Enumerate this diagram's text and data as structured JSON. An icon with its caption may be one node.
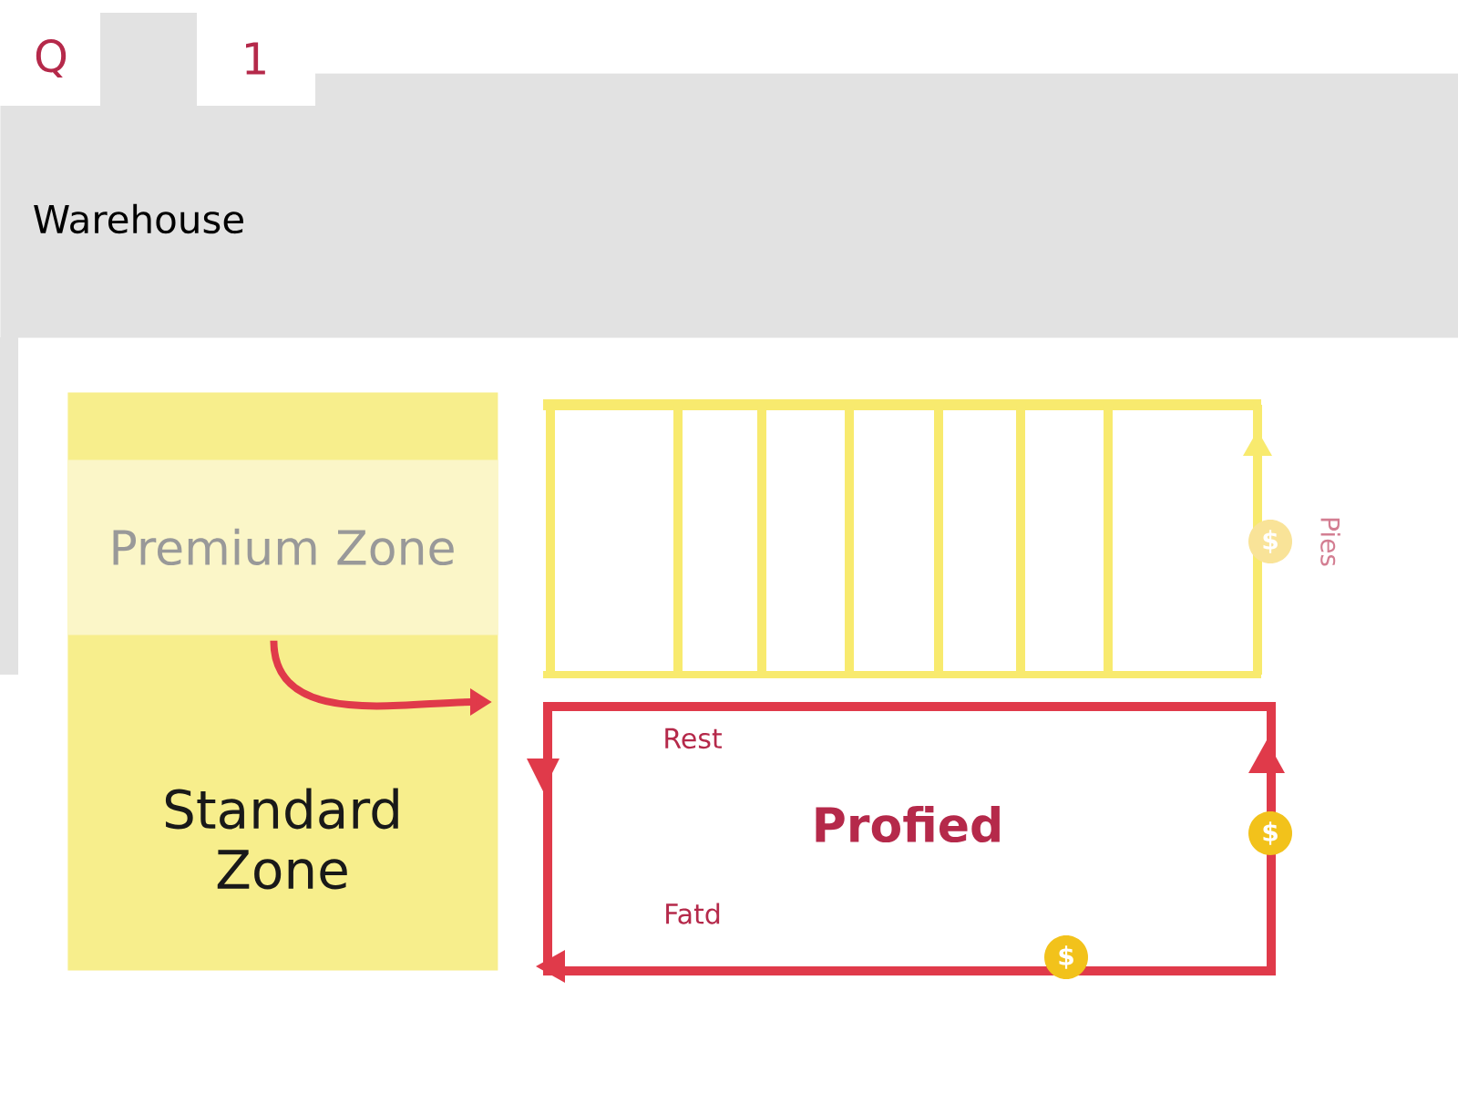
{
  "diagram": {
    "nodes": [
      {
        "text": [
          "Warehouse"
        ]
      },
      {
        "text": [],
        "shape": "box"
      },
      {
        "text": [
          "Premium Zone"
        ],
        "in": 1
      },
      {
        "text": [
          "Standard Zone"
        ],
        "in": 1
      },
      {
        "text": [],
        "shape": "picture"
      },
      {
        "text": [
          "Rest",
          "Profied",
          "Fatd"
        ]
      }
    ],
    "edges": [
      {
        "from": 2,
        "to": 5,
        "arrow": "to",
        "color": "#e03a4a"
      }
    ],
    "labels": [
      "Q",
      "1",
      "$",
      "Pies",
      "$",
      "$"
    ]
  }
}
